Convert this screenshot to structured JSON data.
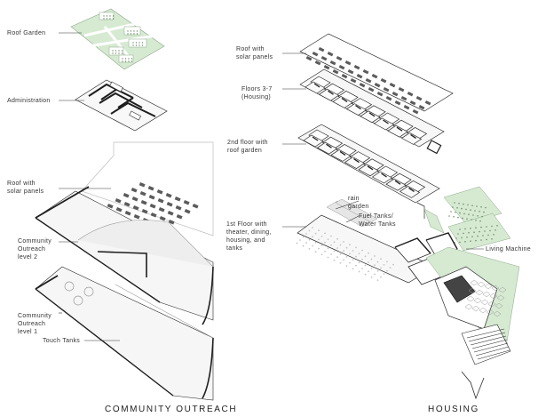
{
  "colors": {
    "line": "#2a2a2a",
    "light_line": "#9a9a9a",
    "garden_green": "#d6ead2",
    "panel_fill": "#5b5b5b",
    "shade_fill": "#f2f2f2",
    "dark_wall": "#1e1e1e"
  },
  "labels": {
    "community": {
      "roof_garden": "Roof Garden",
      "administration": "Administration",
      "roof_solar": "Roof with\nsolar panels",
      "outreach_2": "Community\nOutreach\nlevel 2",
      "outreach_1": "Community\nOutreach\nlevel 1",
      "touch_tanks": "Touch Tanks"
    },
    "housing": {
      "roof_solar": "Roof with\nsolar panels",
      "floors_3_7": "Floors 3-7\n(Housing)",
      "second_floor": "2nd floor with\nroof garden",
      "rain_garden": "rain\ngarden",
      "fuel_tanks": "Fuel Tanks/\nWater Tanks",
      "first_floor": "1st Floor with\ntheater, dining,\nhousing, and\ntanks",
      "living_machine": "Living Machine"
    }
  },
  "titles": {
    "community": "COMMUNITY OUTREACH",
    "housing": "HOUSING"
  }
}
